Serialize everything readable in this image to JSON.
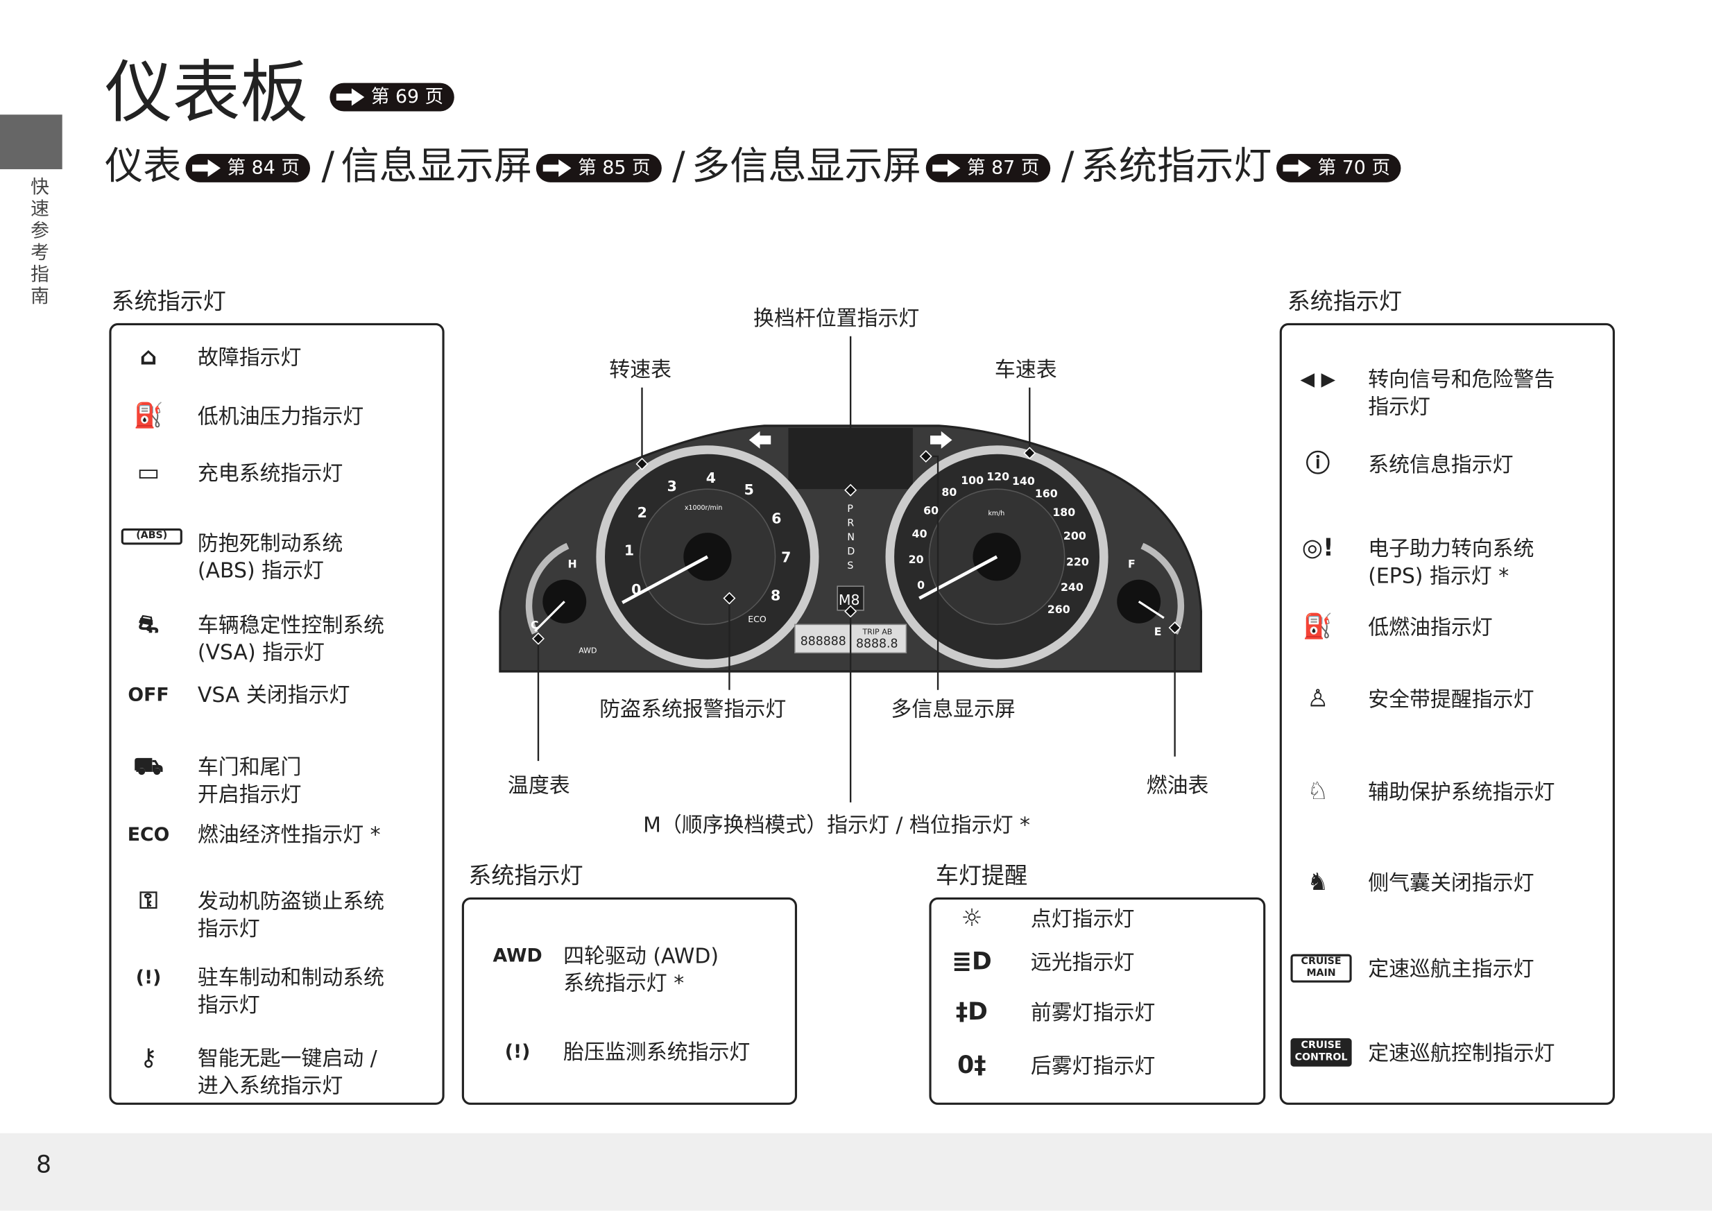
{
  "side_tab": {
    "label": "快速参考指南"
  },
  "page_number": "8",
  "title": {
    "text": "仪表板",
    "ref": "第 69 页"
  },
  "subtitle": [
    {
      "text": "仪表",
      "ref": "第 84 页"
    },
    {
      "text": "信息显示屏",
      "ref": "第 85 页"
    },
    {
      "text": "多信息显示屏",
      "ref": "第 87 页"
    },
    {
      "text": "系统指示灯",
      "ref": "第 70 页"
    }
  ],
  "separator": "/",
  "left_panel": {
    "heading": "系统指示灯",
    "items": [
      {
        "icon": "check-engine-icon",
        "glyph": "⌂",
        "lines": [
          "故障指示灯"
        ]
      },
      {
        "icon": "oil-pressure-icon",
        "glyph": "⛽",
        "lines": [
          "低机油压力指示灯"
        ]
      },
      {
        "icon": "battery-icon",
        "glyph": "▭",
        "lines": [
          "充电系统指示灯"
        ]
      },
      {
        "icon": "abs-icon",
        "glyph": "(ABS)",
        "lines": [
          "防抱死制动系统",
          "(ABS) 指示灯"
        ]
      },
      {
        "icon": "vsa-icon",
        "glyph": "⛐",
        "lines": [
          "车辆稳定性控制系统",
          "(VSA) 指示灯"
        ]
      },
      {
        "icon": "vsa-off-icon",
        "glyph": "OFF",
        "lines": [
          "VSA 关闭指示灯"
        ]
      },
      {
        "icon": "door-open-icon",
        "glyph": "⛟",
        "lines": [
          "车门和尾门",
          "开启指示灯"
        ]
      },
      {
        "icon": "eco-icon",
        "glyph": "ECO",
        "lines": [
          "燃油经济性指示灯 *"
        ]
      },
      {
        "icon": "immobilizer-key-icon",
        "glyph": "⚿",
        "lines": [
          "发动机防盗锁止系统",
          "指示灯"
        ]
      },
      {
        "icon": "brake-icon",
        "glyph": "(!)",
        "lines": [
          "驻车制动和制动系统",
          "指示灯"
        ]
      },
      {
        "icon": "smart-entry-icon",
        "glyph": "⚷",
        "lines": [
          "智能无匙一键启动 /",
          "进入系统指示灯"
        ]
      }
    ]
  },
  "right_panel": {
    "heading": "系统指示灯",
    "items": [
      {
        "icon": "turn-signal-icon",
        "glyph": "◀ ▶",
        "lines": [
          "转向信号和危险警告",
          "指示灯"
        ]
      },
      {
        "icon": "info-icon",
        "glyph": "ⓘ",
        "lines": [
          "系统信息指示灯"
        ]
      },
      {
        "icon": "eps-icon",
        "glyph": "◎!",
        "lines": [
          "电子助力转向系统",
          "(EPS) 指示灯 *"
        ]
      },
      {
        "icon": "low-fuel-icon",
        "glyph": "⛽",
        "lines": [
          "低燃油指示灯"
        ]
      },
      {
        "icon": "seatbelt-icon",
        "glyph": "♙",
        "lines": [
          "安全带提醒指示灯"
        ]
      },
      {
        "icon": "srs-airbag-icon",
        "glyph": "♘",
        "lines": [
          "辅助保护系统指示灯"
        ]
      },
      {
        "icon": "side-airbag-off-icon",
        "glyph": "♞",
        "lines": [
          "侧气囊关闭指示灯"
        ]
      },
      {
        "icon": "cruise-main-icon",
        "glyph": "CRUISE MAIN",
        "lines": [
          "定速巡航主指示灯"
        ]
      },
      {
        "icon": "cruise-control-icon",
        "glyph": "CRUISE CONTROL",
        "lines": [
          "定速巡航控制指示灯"
        ]
      }
    ]
  },
  "awd_panel": {
    "heading": "系统指示灯",
    "items": [
      {
        "icon": "awd-icon",
        "glyph": "AWD",
        "lines": [
          "四轮驱动 (AWD)",
          "系统指示灯 *"
        ]
      },
      {
        "icon": "tpms-icon",
        "glyph": "(!)",
        "lines": [
          "胎压监测系统指示灯"
        ]
      }
    ]
  },
  "lights_panel": {
    "heading": "车灯提醒",
    "items": [
      {
        "icon": "lights-on-icon",
        "glyph": "☼",
        "lines": [
          "点灯指示灯"
        ]
      },
      {
        "icon": "high-beam-icon",
        "glyph": "≣D",
        "lines": [
          "远光指示灯"
        ]
      },
      {
        "icon": "front-fog-icon",
        "glyph": "‡D",
        "lines": [
          "前雾灯指示灯"
        ]
      },
      {
        "icon": "rear-fog-icon",
        "glyph": "0‡",
        "lines": [
          "后雾灯指示灯"
        ]
      }
    ]
  },
  "cluster": {
    "callouts": {
      "shift_position": "换档杆位置指示灯",
      "tachometer": "转速表",
      "speedometer": "车速表",
      "immobilizer_alarm": "防盗系统报警指示灯",
      "multi_info_display": "多信息显示屏",
      "temperature": "温度表",
      "fuel": "燃油表",
      "m_indicator": "M（顺序换档模式）指示灯 / 档位指示灯 *"
    },
    "tach_numbers": [
      "0",
      "1",
      "2",
      "3",
      "4",
      "5",
      "6",
      "7",
      "8"
    ],
    "tach_unit": "x1000r/min",
    "speed_numbers": [
      "0",
      "20",
      "40",
      "60",
      "80",
      "100",
      "120",
      "140",
      "160",
      "180",
      "200",
      "220",
      "240",
      "260"
    ],
    "speed_unit": "km/h",
    "gear_letters": [
      "P",
      "R",
      "N",
      "D",
      "S"
    ],
    "temp_marks": [
      "H",
      "C"
    ],
    "fuel_marks": [
      "F",
      "E"
    ],
    "odometer": "888888",
    "trip_label": "TRIP AB",
    "trip": "8888.8",
    "gear_display": "M8",
    "eco_label": "ECO",
    "awd_label": "AWD"
  }
}
